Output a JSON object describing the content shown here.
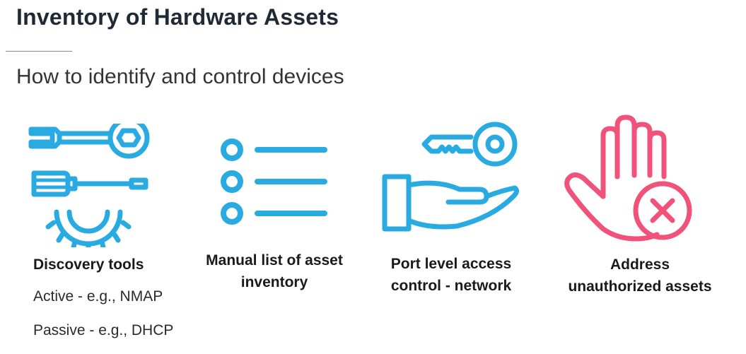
{
  "header": {
    "title": "Inventory of Hardware Assets",
    "subtitle": "How to identify and control devices"
  },
  "colors": {
    "icon_blue": "#29abe2",
    "icon_pink": "#f0527a",
    "title": "#1f2a36"
  },
  "items": [
    {
      "icon": "tools-icon",
      "label": "Discovery tools",
      "details": [
        "Active - e.g., NMAP",
        "Passive - e.g., DHCP"
      ]
    },
    {
      "icon": "list-icon",
      "label_lines": [
        "Manual list of asset",
        "inventory"
      ]
    },
    {
      "icon": "key-hand-icon",
      "label_lines": [
        "Port level access",
        "control - network"
      ]
    },
    {
      "icon": "stop-hand-icon",
      "label_lines": [
        "Address",
        "unauthorized assets"
      ]
    }
  ]
}
